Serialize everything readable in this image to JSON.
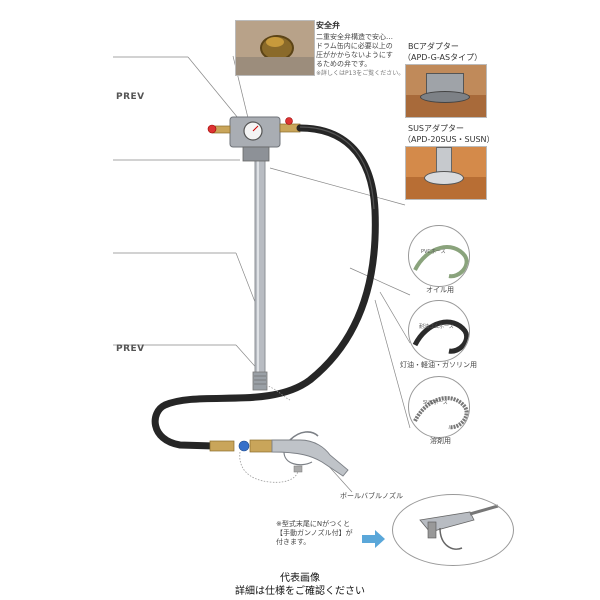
{
  "labels": {
    "prev_1": "PREV",
    "prev_2": "PREV"
  },
  "safety_valve": {
    "title": "安全弁",
    "lines": [
      "二重安全弁構造で安心…",
      "ドラム缶内に必要以上の",
      "圧がかからないようにす",
      "るための弁です。"
    ],
    "note": "※詳しくはP13をご覧ください。"
  },
  "bc_adapter": {
    "title": "BCアダプター",
    "model": "（APD-G-ASタイプ）"
  },
  "sus_adapter": {
    "title": "SUSアダプター",
    "model": "（APD-20SUS・SUSN）"
  },
  "hoses": [
    {
      "inner_label": "PVCホース",
      "caption": "オイル用",
      "color": "#8aa37c"
    },
    {
      "inner_label": "耐油ゴムホース",
      "caption": "灯油・軽油・ガソリン用",
      "color": "#2b2b2b"
    },
    {
      "inner_label": "SUSホース",
      "caption": "溶剤用",
      "color": "#777777"
    }
  ],
  "nozzle_label": "ボールバブルノズル",
  "note_manual": {
    "lines": [
      "※型式末尾にNがつくと",
      "【手動ガンノズル付】が",
      "付きます。"
    ]
  },
  "caption": {
    "line1": "代表画像",
    "line2": "詳細は仕様をご確認ください"
  }
}
